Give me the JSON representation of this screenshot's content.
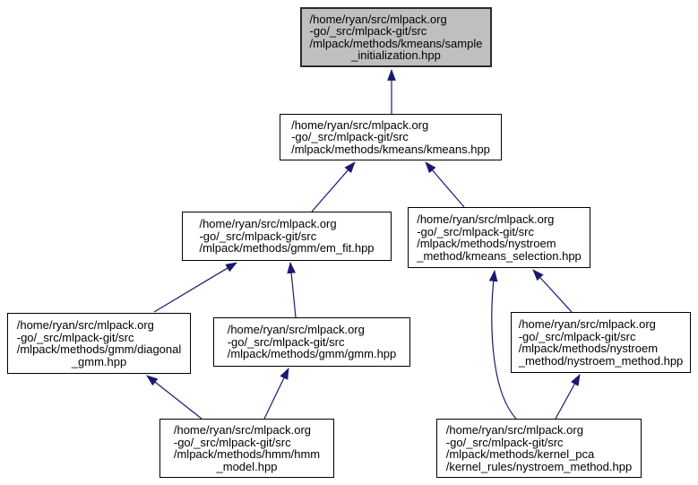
{
  "diagram": {
    "kind": "include-dependency-graph",
    "colors": {
      "background": "#ffffff",
      "edge": "#191970",
      "node_border": "#000000",
      "node_fill": "#ffffff",
      "highlight_fill": "#bfbfbf",
      "text": "#000000"
    },
    "nodes": [
      {
        "id": "sample-initialization",
        "highlighted": true,
        "lines": [
          "/home/ryan/src/mlpack.org",
          "-go/_src/mlpack-git/src",
          "/mlpack/methods/kmeans/sample",
          "_initialization.hpp"
        ]
      },
      {
        "id": "kmeans",
        "highlighted": false,
        "lines": [
          "/home/ryan/src/mlpack.org",
          "-go/_src/mlpack-git/src",
          "/mlpack/methods/kmeans/kmeans.hpp"
        ]
      },
      {
        "id": "em-fit",
        "highlighted": false,
        "lines": [
          "/home/ryan/src/mlpack.org",
          "-go/_src/mlpack-git/src",
          "/mlpack/methods/gmm/em_fit.hpp"
        ]
      },
      {
        "id": "kmeans-selection",
        "highlighted": false,
        "lines": [
          "/home/ryan/src/mlpack.org",
          "-go/_src/mlpack-git/src",
          "/mlpack/methods/nystroem",
          "_method/kmeans_selection.hpp"
        ]
      },
      {
        "id": "diagonal-gmm",
        "highlighted": false,
        "lines": [
          "/home/ryan/src/mlpack.org",
          "-go/_src/mlpack-git/src",
          "/mlpack/methods/gmm/diagonal",
          "_gmm.hpp"
        ]
      },
      {
        "id": "gmm",
        "highlighted": false,
        "lines": [
          "/home/ryan/src/mlpack.org",
          "-go/_src/mlpack-git/src",
          "/mlpack/methods/gmm/gmm.hpp"
        ]
      },
      {
        "id": "nystroem-method",
        "highlighted": false,
        "lines": [
          "/home/ryan/src/mlpack.org",
          "-go/_src/mlpack-git/src",
          "/mlpack/methods/nystroem",
          "_method/nystroem_method.hpp"
        ]
      },
      {
        "id": "hmm-model",
        "highlighted": false,
        "lines": [
          "/home/ryan/src/mlpack.org",
          "-go/_src/mlpack-git/src",
          "/mlpack/methods/hmm/hmm",
          "_model.hpp"
        ]
      },
      {
        "id": "kernel-pca-nystroem",
        "highlighted": false,
        "lines": [
          "/home/ryan/src/mlpack.org",
          "-go/_src/mlpack-git/src",
          "/mlpack/methods/kernel_pca",
          "/kernel_rules/nystroem_method.hpp"
        ]
      }
    ],
    "edges": [
      {
        "from": "kmeans",
        "to": "sample-initialization"
      },
      {
        "from": "em-fit",
        "to": "kmeans"
      },
      {
        "from": "kmeans-selection",
        "to": "kmeans"
      },
      {
        "from": "diagonal-gmm",
        "to": "em-fit"
      },
      {
        "from": "gmm",
        "to": "em-fit"
      },
      {
        "from": "hmm-model",
        "to": "diagonal-gmm"
      },
      {
        "from": "hmm-model",
        "to": "gmm"
      },
      {
        "from": "nystroem-method",
        "to": "kmeans-selection"
      },
      {
        "from": "kernel-pca-nystroem",
        "to": "kmeans-selection"
      },
      {
        "from": "kernel-pca-nystroem",
        "to": "nystroem-method"
      }
    ]
  }
}
